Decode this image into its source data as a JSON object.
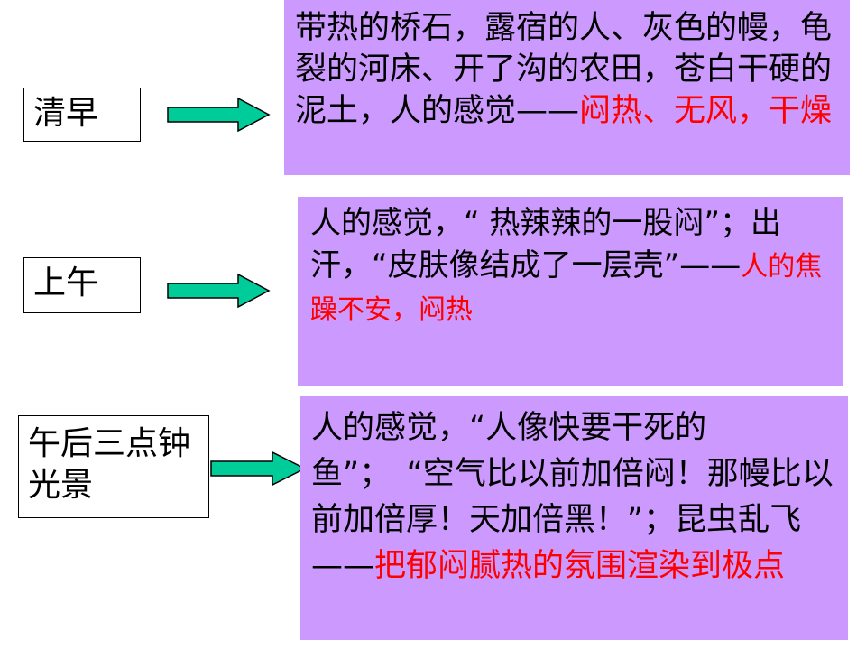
{
  "rows": [
    {
      "label": "清早",
      "desc": "带热的桥石，露宿的人、灰色的幔，龟裂的河床、开了沟的农田，苍白干硬的泥土，人的感觉——",
      "highlight": "闷热、无风，干燥"
    },
    {
      "label": "上午",
      "desc": "人的感觉，“ 热辣辣的一股闷”；出汗，“皮肤像结成了一层壳”——",
      "highlight": "人的焦躁不安，闷热"
    },
    {
      "label": "午后三点钟光景",
      "desc": "人的感觉，“人像快要干死的鱼”；　“空气比以前加倍闷！那幔比以前加倍厚！天加倍黑！”；昆虫乱飞——",
      "highlight": "把郁闷腻热的氛围渲染到极点"
    }
  ],
  "colors": {
    "panel": "#cc99ff",
    "highlight": "#ff0000",
    "arrow": "#00cc99"
  }
}
